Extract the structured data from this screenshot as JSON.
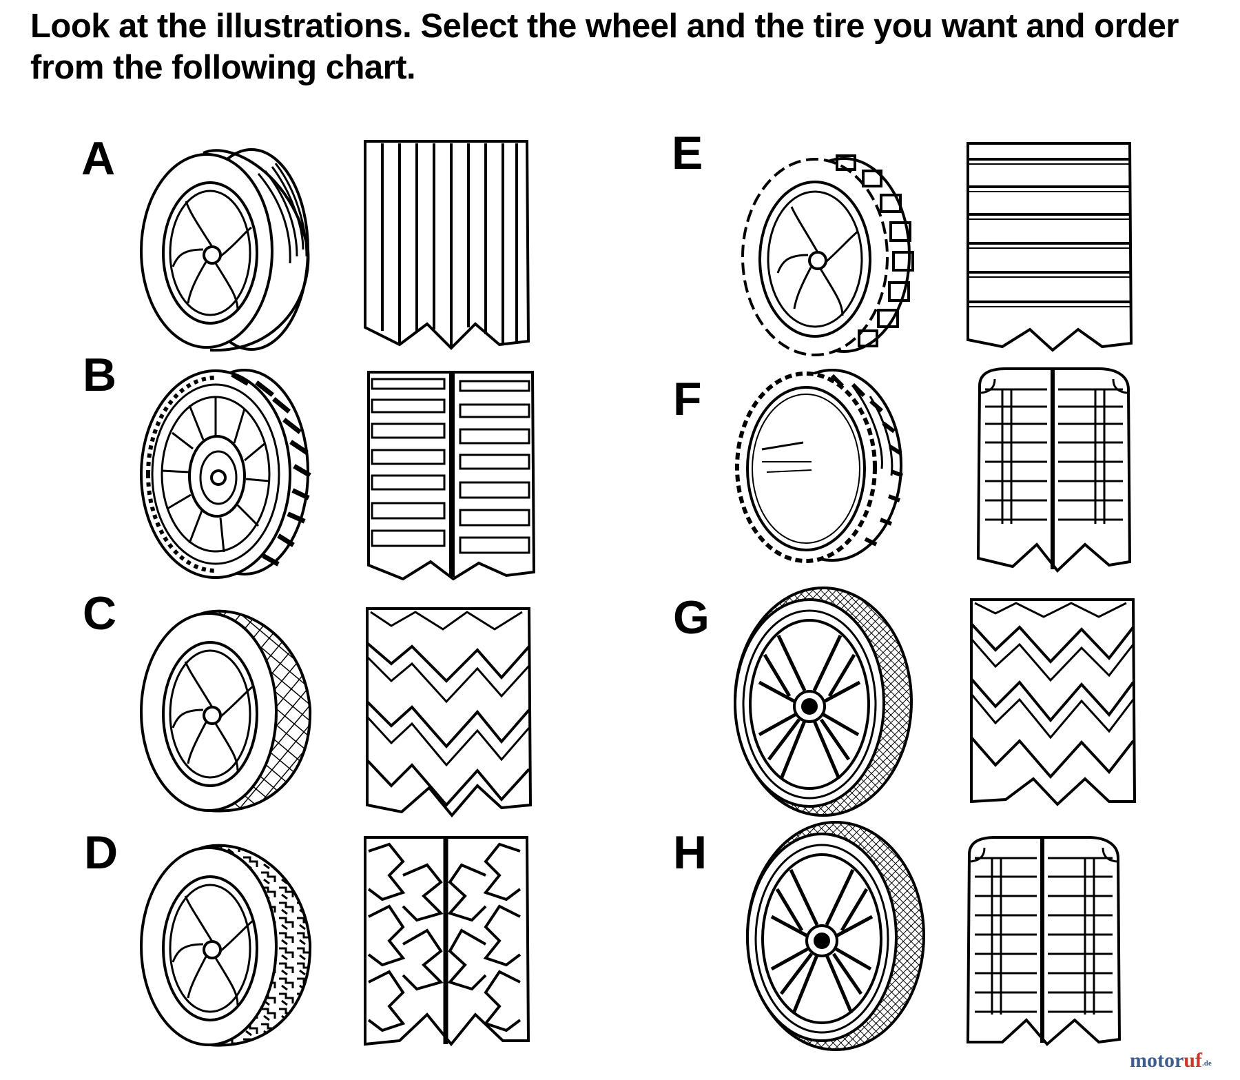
{
  "instructions": "Look at the illustrations. Select the wheel and the tire you want and order from the following chart.",
  "options": [
    {
      "letter": "A",
      "tread": "straight-rib"
    },
    {
      "letter": "B",
      "tread": "block-bar"
    },
    {
      "letter": "C",
      "tread": "diamond"
    },
    {
      "letter": "D",
      "tread": "offroad-chevron"
    },
    {
      "letter": "E",
      "tread": "lug"
    },
    {
      "letter": "F",
      "tread": "wrap-block"
    },
    {
      "letter": "G",
      "tread": "chevron"
    },
    {
      "letter": "H",
      "tread": "wrap-block"
    }
  ],
  "watermark": {
    "part1": "motor",
    "part2": "uf",
    "part3": ".de"
  },
  "colors": {
    "ink": "#000000",
    "paper": "#ffffff",
    "watermark_blue": "#3d5e8c",
    "watermark_red": "#c8392b"
  }
}
